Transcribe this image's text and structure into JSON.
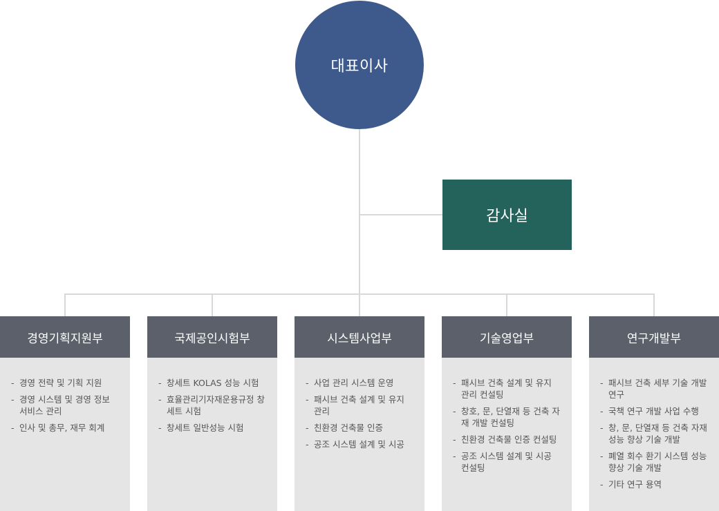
{
  "ceo": {
    "label": "대표이사"
  },
  "audit": {
    "label": "감사실"
  },
  "departments": [
    {
      "title": "경영기획지원부",
      "items": [
        "경영 전략 및 기획 지원",
        "경영 시스템 및 경영 정보 서비스 관리",
        "인사 및 총무, 재무 회계"
      ]
    },
    {
      "title": "국제공인시험부",
      "items": [
        "창세트 KOLAS 성능 시험",
        "효율관리기자재운용규정 창 세트 시험",
        "창세트 일반성능 시험"
      ]
    },
    {
      "title": "시스템사업부",
      "items": [
        "사업 관리 시스템 운영",
        "패시브 건축 설계 및 유지 관리",
        "친환경 건축물 인증",
        "공조 시스템 설계 및 시공"
      ]
    },
    {
      "title": "기술영업부",
      "items": [
        "패시브 건축 설계 및 유지 관리 컨설팅",
        "창호, 문, 단열재 등 건축 자재 개발 컨설팅",
        "친환경 건축물 인증 컨설팅",
        "공조 시스템 설계 및 시공 컨설팅"
      ]
    },
    {
      "title": "연구개발부",
      "items": [
        "패시브 건축 세부 기술 개발 연구",
        "국책 연구 개발 사업 수행",
        "창, 문, 단열재 등 건축 자재 성능 향상 기술 개발",
        "폐열 회수 환기 시스템 성능 향상 기술 개발",
        "기타 연구 용역"
      ]
    }
  ],
  "list_marker": "-"
}
